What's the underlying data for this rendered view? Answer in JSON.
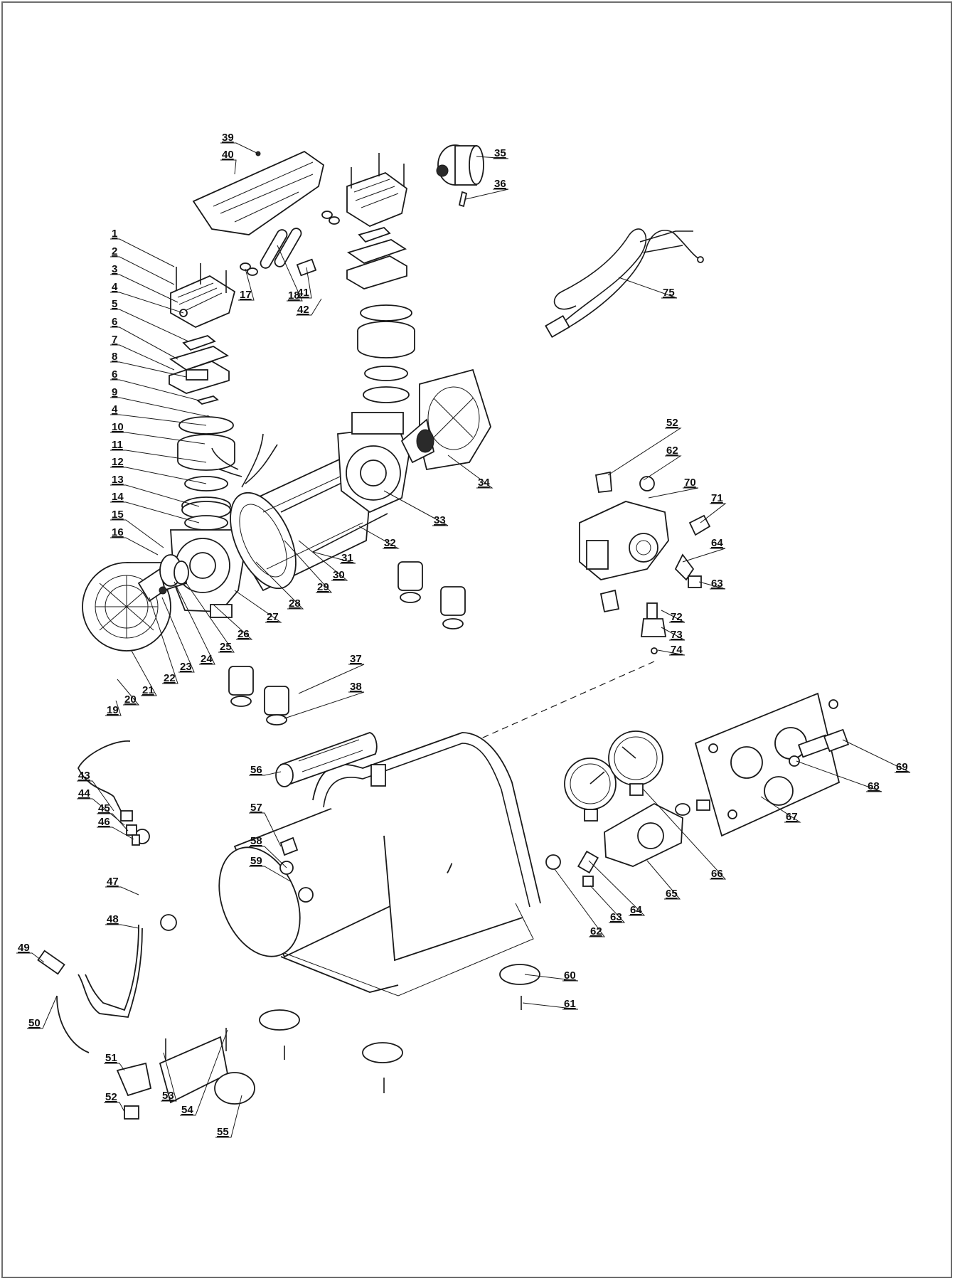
{
  "callouts": [
    {
      "n": "1"
    },
    {
      "n": "2"
    },
    {
      "n": "3"
    },
    {
      "n": "4"
    },
    {
      "n": "5"
    },
    {
      "n": "6"
    },
    {
      "n": "7"
    },
    {
      "n": "8"
    },
    {
      "n": "6"
    },
    {
      "n": "9"
    },
    {
      "n": "4"
    },
    {
      "n": "10"
    },
    {
      "n": "11"
    },
    {
      "n": "12"
    },
    {
      "n": "13"
    },
    {
      "n": "14"
    },
    {
      "n": "15"
    },
    {
      "n": "16"
    },
    {
      "n": "17"
    },
    {
      "n": "18"
    },
    {
      "n": "39"
    },
    {
      "n": "40"
    },
    {
      "n": "41"
    },
    {
      "n": "42"
    },
    {
      "n": "35"
    },
    {
      "n": "36"
    },
    {
      "n": "75"
    },
    {
      "n": "34"
    },
    {
      "n": "33"
    },
    {
      "n": "32"
    },
    {
      "n": "31"
    },
    {
      "n": "30"
    },
    {
      "n": "29"
    },
    {
      "n": "28"
    },
    {
      "n": "27"
    },
    {
      "n": "26"
    },
    {
      "n": "25"
    },
    {
      "n": "24"
    },
    {
      "n": "23"
    },
    {
      "n": "22"
    },
    {
      "n": "21"
    },
    {
      "n": "20"
    },
    {
      "n": "19"
    },
    {
      "n": "37"
    },
    {
      "n": "38"
    },
    {
      "n": "52"
    },
    {
      "n": "62"
    },
    {
      "n": "70"
    },
    {
      "n": "71"
    },
    {
      "n": "64"
    },
    {
      "n": "63"
    },
    {
      "n": "72"
    },
    {
      "n": "73"
    },
    {
      "n": "74"
    },
    {
      "n": "56"
    },
    {
      "n": "57"
    },
    {
      "n": "58"
    },
    {
      "n": "59"
    },
    {
      "n": "43"
    },
    {
      "n": "44"
    },
    {
      "n": "45"
    },
    {
      "n": "46"
    },
    {
      "n": "47"
    },
    {
      "n": "48"
    },
    {
      "n": "49"
    },
    {
      "n": "50"
    },
    {
      "n": "51"
    },
    {
      "n": "52"
    },
    {
      "n": "53"
    },
    {
      "n": "54"
    },
    {
      "n": "55"
    },
    {
      "n": "60"
    },
    {
      "n": "61"
    },
    {
      "n": "62"
    },
    {
      "n": "63"
    },
    {
      "n": "64"
    },
    {
      "n": "65"
    },
    {
      "n": "66"
    },
    {
      "n": "67"
    },
    {
      "n": "68"
    },
    {
      "n": "69"
    }
  ]
}
